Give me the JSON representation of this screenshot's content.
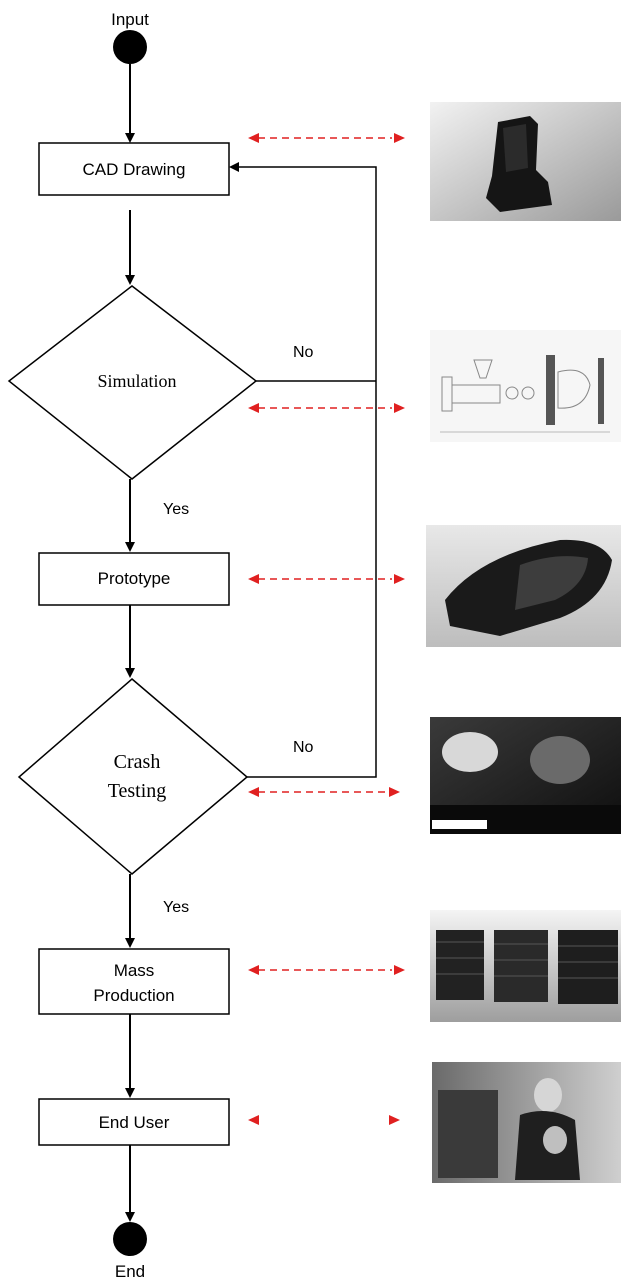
{
  "flow": {
    "start_label": "Input",
    "end_label": "End",
    "steps": {
      "cad": "CAD Drawing",
      "prototype": "Prototype",
      "mass_line1": "Mass",
      "mass_line2": "Production",
      "end_user": "End User"
    },
    "decisions": {
      "simulation": "Simulation",
      "crash_line1": "Crash",
      "crash_line2": "Testing"
    },
    "branches": {
      "no_1": "No",
      "yes_1": "Yes",
      "no_2": "No",
      "yes_2": "Yes"
    }
  },
  "colors": {
    "line": "#000000",
    "arrow_dashed": "#e02020",
    "node_fill": "#ffffff"
  }
}
